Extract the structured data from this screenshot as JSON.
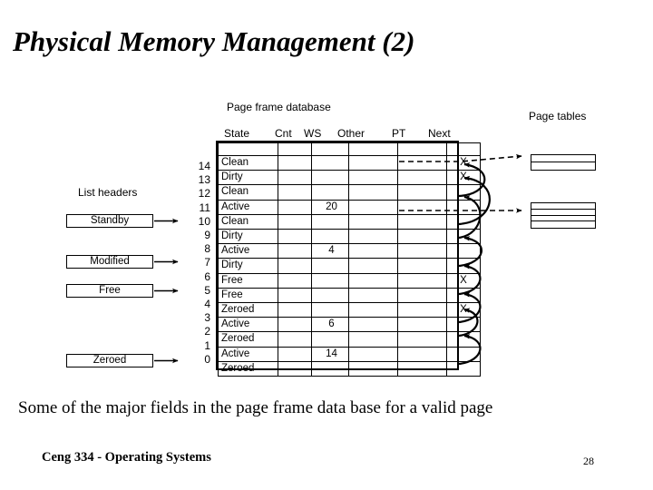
{
  "slide": {
    "title": "Physical Memory Management (2)",
    "caption": "Some of the major fields in the page frame data base for a valid page",
    "footer_text": "Ceng 334 - Operating Systems",
    "page_number": "28"
  },
  "diagram": {
    "pfdb_label": "Page frame database",
    "list_headers_label": "List headers",
    "page_tables_label": "Page tables",
    "columns": [
      "State",
      "Cnt",
      "WS",
      "Other",
      "PT",
      "Next"
    ],
    "row_indices": [
      "14",
      "13",
      "12",
      "11",
      "10",
      "9",
      "8",
      "7",
      "6",
      "5",
      "4",
      "3",
      "2",
      "1",
      "0"
    ],
    "rows": [
      {
        "index": "14",
        "state": "Clean",
        "cnt": "",
        "ws": "",
        "other": "",
        "pt": "",
        "next": "X"
      },
      {
        "index": "13",
        "state": "Dirty",
        "cnt": "",
        "ws": "",
        "other": "",
        "pt": "",
        "next": "X"
      },
      {
        "index": "12",
        "state": "Clean",
        "cnt": "",
        "ws": "",
        "other": "",
        "pt": "",
        "next": ""
      },
      {
        "index": "11",
        "state": "Active",
        "cnt": "",
        "ws": "20",
        "other": "",
        "pt": "",
        "next": ""
      },
      {
        "index": "10",
        "state": "Clean",
        "cnt": "",
        "ws": "",
        "other": "",
        "pt": "",
        "next": ""
      },
      {
        "index": "9",
        "state": "Dirty",
        "cnt": "",
        "ws": "",
        "other": "",
        "pt": "",
        "next": ""
      },
      {
        "index": "8",
        "state": "Active",
        "cnt": "",
        "ws": "4",
        "other": "",
        "pt": "",
        "next": ""
      },
      {
        "index": "7",
        "state": "Dirty",
        "cnt": "",
        "ws": "",
        "other": "",
        "pt": "",
        "next": ""
      },
      {
        "index": "6",
        "state": "Free",
        "cnt": "",
        "ws": "",
        "other": "",
        "pt": "",
        "next": "X"
      },
      {
        "index": "5",
        "state": "Free",
        "cnt": "",
        "ws": "",
        "other": "",
        "pt": "",
        "next": ""
      },
      {
        "index": "4",
        "state": "Zeroed",
        "cnt": "",
        "ws": "",
        "other": "",
        "pt": "",
        "next": "X"
      },
      {
        "index": "3",
        "state": "Active",
        "cnt": "",
        "ws": "6",
        "other": "",
        "pt": "",
        "next": ""
      },
      {
        "index": "2",
        "state": "Zeroed",
        "cnt": "",
        "ws": "",
        "other": "",
        "pt": "",
        "next": ""
      },
      {
        "index": "1",
        "state": "Active",
        "cnt": "",
        "ws": "14",
        "other": "",
        "pt": "",
        "next": ""
      },
      {
        "index": "0",
        "state": "Zeroed",
        "cnt": "",
        "ws": "",
        "other": "",
        "pt": "",
        "next": ""
      }
    ],
    "list_headers": [
      {
        "label": "Standby",
        "target_row": "10"
      },
      {
        "label": "Modified",
        "target_row": "7"
      },
      {
        "label": "Free",
        "target_row": "5"
      },
      {
        "label": "Zeroed",
        "target_row": "0"
      }
    ],
    "page_tables": [
      {
        "entries": 2,
        "source_row": "14"
      },
      {
        "entries": 4,
        "source_row": "11"
      }
    ]
  },
  "colors": {
    "ink": "#000000",
    "background": "#ffffff"
  }
}
